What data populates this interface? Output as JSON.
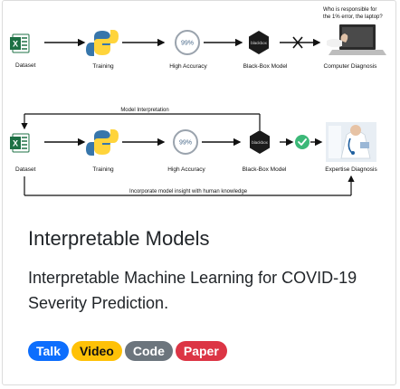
{
  "card": {
    "title": "Interpretable Models",
    "description": "Interpretable Machine Learning for COVID-19 Severity Prediction."
  },
  "figure": {
    "row1": {
      "labels": [
        "Dataset",
        "Training",
        "High Accuracy",
        "Black-Box Model",
        "Computer Diagnosis"
      ],
      "accuracy_text": "99%",
      "blackbox_text": "blackbox",
      "question_line1": "Who is responsible for",
      "question_line2": "the 1% error, the laptop?"
    },
    "row2": {
      "labels": [
        "Dataset",
        "Training",
        "High Accuracy",
        "Black-Box Model",
        "Expertise Diagnosis"
      ],
      "accuracy_text": "99%",
      "blackbox_text": "blackbox",
      "top_loop_label": "Model Interpretation",
      "bottom_loop_label": "Incorporate model insight with human knowledge"
    },
    "icons": [
      "excel-icon",
      "python-icon",
      "accuracy-circle-icon",
      "blackbox-icon",
      "cross-icon",
      "laptop-icon",
      "check-icon",
      "doctor-icon"
    ],
    "colors": {
      "excel_green": "#1d7044",
      "python_blue": "#3776ab",
      "python_yellow": "#ffd43b",
      "check_green": "#3cb878"
    }
  },
  "tags": [
    {
      "label": "Talk",
      "color": "#0d6efd"
    },
    {
      "label": "Video",
      "color": "#ffc107"
    },
    {
      "label": "Code",
      "color": "#6c757d"
    },
    {
      "label": "Paper",
      "color": "#dc3545"
    }
  ]
}
